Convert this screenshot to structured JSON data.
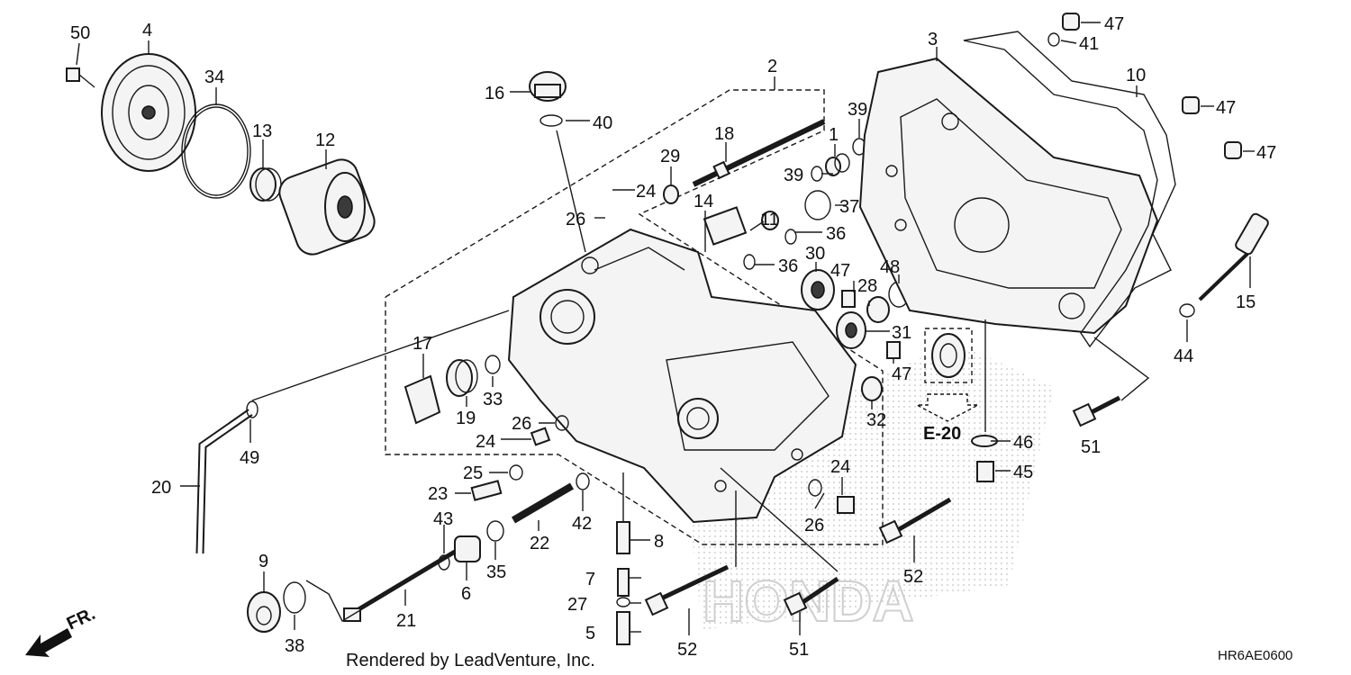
{
  "diagram": {
    "footer_text": "Rendered by LeadVenture, Inc.",
    "diagram_code": "HR6AE0600",
    "reference": "E-20",
    "direction_label": "FR.",
    "watermark": "HONDA",
    "callouts": [
      {
        "id": "c50",
        "text": "50"
      },
      {
        "id": "c4",
        "text": "4"
      },
      {
        "id": "c34",
        "text": "34"
      },
      {
        "id": "c13",
        "text": "13"
      },
      {
        "id": "c12",
        "text": "12"
      },
      {
        "id": "c16",
        "text": "16"
      },
      {
        "id": "c40",
        "text": "40"
      },
      {
        "id": "c2",
        "text": "2"
      },
      {
        "id": "c18",
        "text": "18"
      },
      {
        "id": "c29",
        "text": "29"
      },
      {
        "id": "c24a",
        "text": "24"
      },
      {
        "id": "c26a",
        "text": "26"
      },
      {
        "id": "c14",
        "text": "14"
      },
      {
        "id": "c11",
        "text": "11"
      },
      {
        "id": "c1",
        "text": "1"
      },
      {
        "id": "c39a",
        "text": "39"
      },
      {
        "id": "c39b",
        "text": "39"
      },
      {
        "id": "c37",
        "text": "37"
      },
      {
        "id": "c36a",
        "text": "36"
      },
      {
        "id": "c36b",
        "text": "36"
      },
      {
        "id": "c30",
        "text": "30"
      },
      {
        "id": "c47a",
        "text": "47"
      },
      {
        "id": "c48",
        "text": "48"
      },
      {
        "id": "c28",
        "text": "28"
      },
      {
        "id": "c31",
        "text": "31"
      },
      {
        "id": "c47b",
        "text": "47"
      },
      {
        "id": "c32",
        "text": "32"
      },
      {
        "id": "c3",
        "text": "3"
      },
      {
        "id": "c41",
        "text": "41"
      },
      {
        "id": "c47c",
        "text": "47"
      },
      {
        "id": "c10",
        "text": "10"
      },
      {
        "id": "c47d",
        "text": "47"
      },
      {
        "id": "c47e",
        "text": "47"
      },
      {
        "id": "c15",
        "text": "15"
      },
      {
        "id": "c44",
        "text": "44"
      },
      {
        "id": "c51a",
        "text": "51"
      },
      {
        "id": "c46",
        "text": "46"
      },
      {
        "id": "c45",
        "text": "45"
      },
      {
        "id": "c17",
        "text": "17"
      },
      {
        "id": "c19",
        "text": "19"
      },
      {
        "id": "c33",
        "text": "33"
      },
      {
        "id": "c26b",
        "text": "26"
      },
      {
        "id": "c24b",
        "text": "24"
      },
      {
        "id": "c49",
        "text": "49"
      },
      {
        "id": "c20",
        "text": "20"
      },
      {
        "id": "c25",
        "text": "25"
      },
      {
        "id": "c23",
        "text": "23"
      },
      {
        "id": "c43",
        "text": "43"
      },
      {
        "id": "c42",
        "text": "42"
      },
      {
        "id": "c22",
        "text": "22"
      },
      {
        "id": "c35",
        "text": "35"
      },
      {
        "id": "c6",
        "text": "6"
      },
      {
        "id": "c8",
        "text": "8"
      },
      {
        "id": "c7",
        "text": "7"
      },
      {
        "id": "c27",
        "text": "27"
      },
      {
        "id": "c5",
        "text": "5"
      },
      {
        "id": "c9",
        "text": "9"
      },
      {
        "id": "c38",
        "text": "38"
      },
      {
        "id": "c21",
        "text": "21"
      },
      {
        "id": "c52a",
        "text": "52"
      },
      {
        "id": "c51b",
        "text": "51"
      },
      {
        "id": "c24c",
        "text": "24"
      },
      {
        "id": "c26c",
        "text": "26"
      },
      {
        "id": "c52b",
        "text": "52"
      }
    ]
  }
}
